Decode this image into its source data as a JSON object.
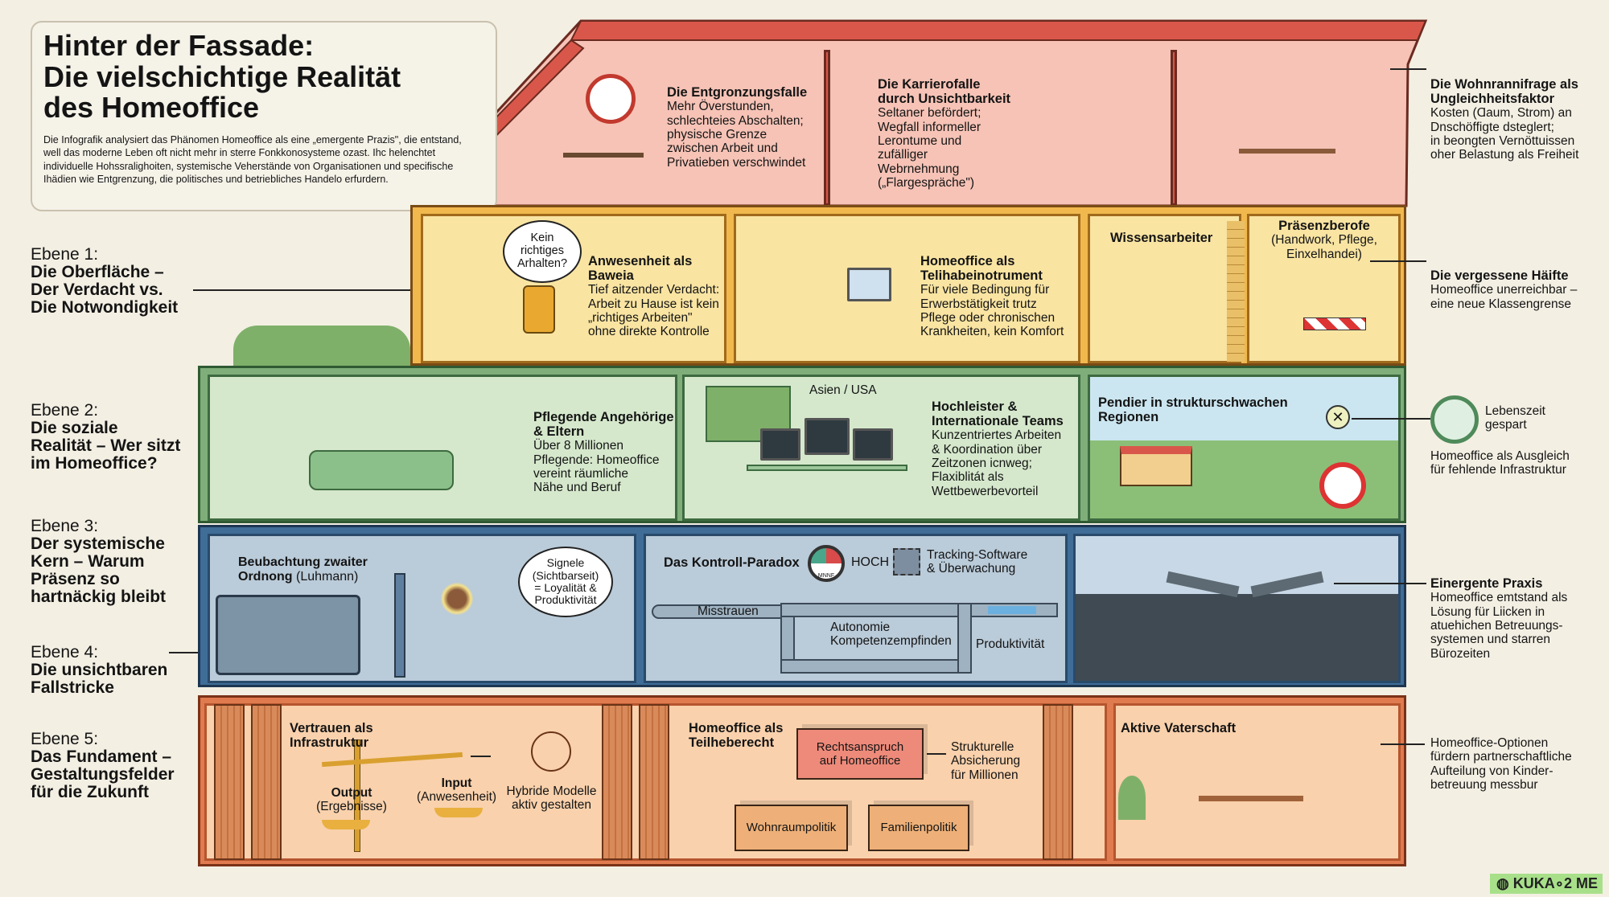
{
  "header": {
    "title": "Hinter der Fassade:\nDie vielschichtige Realität\ndes Homeoffice",
    "intro": "Die Infografik analysiert das Phänomen Homeoffice als eine „emergente Prazis\", die entstand, well das moderne Leben oft nicht mehr in sterre Fonkkonosysteme ozast. Ihc helenchtet individuelle Hohssralighoiten, systemische Veherstände von Organisationen und specifische Ihädien wie Entgrenzung, die politisches und betriebliches Handelo erfurdern."
  },
  "levels": [
    {
      "label": "Ebene 1:",
      "title": "Die Oberfläche –\nDer Verdacht vs.\nDie Notwondigkeit"
    },
    {
      "label": "Ebene 2:",
      "title": "Die soziale\nRealität – Wer sitzt\nim Homeoffice?"
    },
    {
      "label": "Ebene 3:",
      "title": "Der systemische\nKern – Warum\nPräsenz so\nhartnäckig bleibt"
    },
    {
      "label": "Ebene 4:",
      "title": "Die unsichtbaren\nFallstricke"
    },
    {
      "label": "Ebene 5:",
      "title": "Das Fundament –\nGestaltungsfelder\nfür die Zukunft"
    }
  ],
  "attic": {
    "entgrenzung": {
      "title": "Die Entgronzungsfalle",
      "body": "Mehr Överstunden,\nschlechteies Abschalten;\nphysische Grenze\nzwischen Arbeit und\nPrivatieben verschwindet"
    },
    "karriere": {
      "title": "Die Karrierofalle\ndurch Unsichtbarkeit",
      "body": "Seltaner befördert;\nWegfall informeller\nLerontume und\nzufälliger\nWebrnehmung\n(„Flargespräche\")"
    }
  },
  "surface": {
    "thought": "Kein\nrichtiges\nArhalten?",
    "anwesenheit": {
      "title": "Anwesenheit als\nBaweia",
      "body": "Tief aitzender Verdacht:\nArbeit zu Hause ist kein\n„richtiges Arbeiten\"\nohne direkte Kontrolle"
    },
    "teilhabe": {
      "title": "Homeoffice als\nTelihabeinotrument",
      "body": "Für viele Bedingung für\nErwerbstätigkeit trutz\nPflege oder chronischen\nKrankheiten, kein Komfort"
    },
    "wissen": {
      "title": "Wissensarbeiter"
    },
    "praesenz": {
      "title": "Präsenzberofe",
      "body": "(Handwork, Pflege,\nEinxelhandei)"
    }
  },
  "social": {
    "pflege": {
      "title": "Pflegende Angehörige\n& Eltern",
      "body": "Über 8 Millionen\nPflegende: Homeoffice\nvereint räumliche\nNähe und Beruf"
    },
    "map_label": "Asien / USA",
    "hochleister": {
      "title": "Hochleister &\nInternationale Teams",
      "body": "Kunzentriertes Arbeiten\n& Koordination über\nZeitzonen icnweg;\nFlaxiblitát als\nWettbewerbevorteil"
    },
    "pendler": {
      "title": "Pendier in strukturschwachen\nRegionen"
    }
  },
  "systemic": {
    "luhmann": {
      "title_bold": "Beubachtung zwaiter\nOrdnong",
      "title_rest": " (Luhmann)"
    },
    "signal": "Signele\n(Sichtbarseit)\n= Loyalität &\nProduktivität",
    "paradox": {
      "title": "Das Kontroll-Paradox",
      "gauge_text": "MNNF",
      "gauge": "HOCH",
      "tracking": "Tracking-Software\n& Überwachung",
      "misstrauen": "Misstrauen",
      "autonomie": "Autonomie\nKompetenzempfinden",
      "produktivitaet": "Produktivität"
    }
  },
  "foundation": {
    "vertrauen": {
      "title": "Vertrauen als\nInfrastruktur",
      "output": "Output",
      "output_sub": "(Ergebnisse)",
      "input": "Input",
      "input_sub": "(Anwesenheit)",
      "hybrid": "Hybride Modelle\naktiv gestalten"
    },
    "recht": {
      "title": "Homeoffice als\nTeilheberecht",
      "anspruch": "Rechtsanspruch\nauf Homeoffice",
      "absicherung": "Strukturelle\nAbsicherung\nfür Millionen",
      "wohnraum": "Wohnraumpolitik",
      "familie": "Familienpolitik"
    },
    "vater": {
      "title": "Aktive Vaterschaft"
    }
  },
  "annotations": {
    "wohnraum": {
      "title": "Die Wohnrannifrage als\nUngleichheitsfaktor",
      "body": "Kosten (Ɑaum, Strom) an\nDnschöffigte dsteglert;\nin beongten Vernöttuissen\noher Belastung als Freiheit"
    },
    "haelfte": {
      "title": "Die vergessene Häifte",
      "body": "Homeoffice unerreichbar –\neine neue Klassengrense"
    },
    "lebenszeit": "Lebenszeit\ngespart",
    "ausgleich": "Homeoffice als Ausgleich\nfür fehlende Infrastruktur",
    "emergent": {
      "title": "Einergente Praxis",
      "body": "Homeoffice emtstand als\nLösung für Liicken in\natuehichen Betreuungs-\nsystemen und starren\nBürozeiten"
    },
    "vater": "Homeoffice-Optionen\nfürdern partnerschaftliche\nAufteilung von Kinder-\nbetreuung messbur"
  },
  "watermark": "KUKA∘2 ME",
  "colors": {
    "roof": "#d9574a",
    "attic": "#f6c3b6",
    "surface": "#f7df95",
    "social": "#cfe3c6",
    "systemic": "#b9cad8",
    "foundation": "#f8c9a0",
    "dark": "#3f4a52"
  }
}
